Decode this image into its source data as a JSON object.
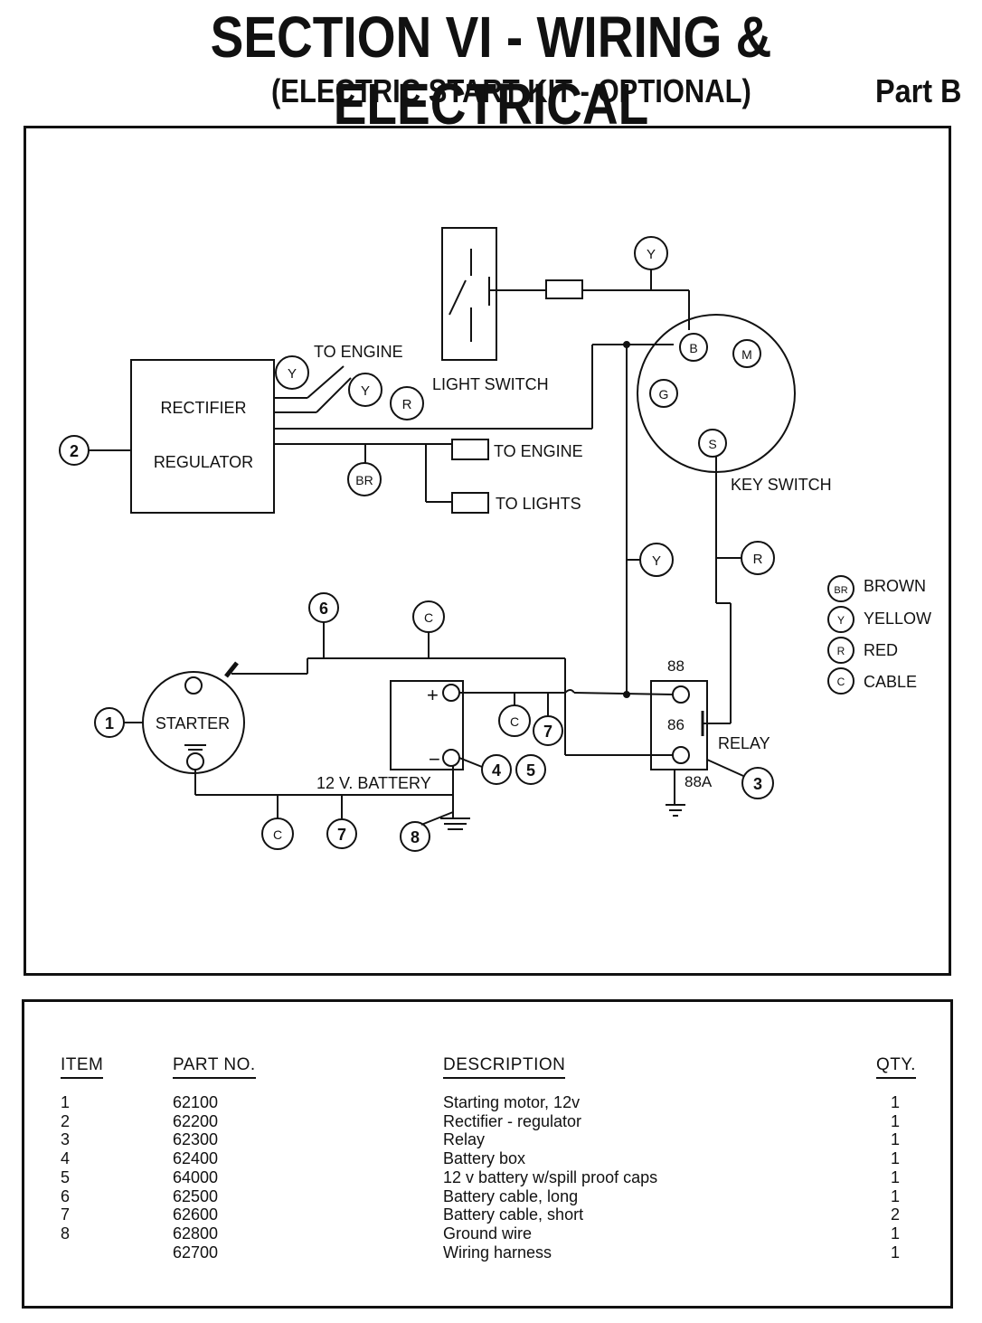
{
  "header": {
    "title": "SECTION VI - WIRING & ELECTRICAL",
    "subtitle": "(ELECTRIC START KIT - OPTIONAL)",
    "part": "Part B"
  },
  "diagram": {
    "labels": {
      "to_engine_top": "TO ENGINE",
      "light_switch": "LIGHT SWITCH",
      "rectifier": "RECTIFIER",
      "regulator": "REGULATOR",
      "to_engine_connector": "TO ENGINE",
      "to_lights": "TO LIGHTS",
      "key_switch": "KEY SWITCH",
      "starter": "STARTER",
      "battery": "12 V. BATTERY",
      "relay": "RELAY",
      "relay_88": "88",
      "relay_86": "86",
      "relay_88a": "88A",
      "battery_plus": "+",
      "battery_minus": "−"
    },
    "key_switch_terminals": [
      "B",
      "M",
      "G",
      "S"
    ],
    "wire_codes": {
      "yellow": "Y",
      "red": "R",
      "brown": "BR",
      "cable": "C"
    },
    "item_callouts": [
      "1",
      "2",
      "3",
      "4",
      "5",
      "6",
      "7",
      "8"
    ],
    "legend": [
      {
        "code": "BR",
        "name": "BROWN"
      },
      {
        "code": "Y",
        "name": "YELLOW"
      },
      {
        "code": "R",
        "name": "RED"
      },
      {
        "code": "C",
        "name": "CABLE"
      }
    ]
  },
  "parts_table": {
    "headers": {
      "item": "ITEM",
      "part_no": "PART NO.",
      "description": "DESCRIPTION",
      "qty": "QTY."
    },
    "rows": [
      {
        "item": "1",
        "part_no": "62100",
        "description": "Starting motor, 12v",
        "qty": "1"
      },
      {
        "item": "2",
        "part_no": "62200",
        "description": "Rectifier - regulator",
        "qty": "1"
      },
      {
        "item": "3",
        "part_no": "62300",
        "description": "Relay",
        "qty": "1"
      },
      {
        "item": "4",
        "part_no": "62400",
        "description": "Battery box",
        "qty": "1"
      },
      {
        "item": "5",
        "part_no": "64000",
        "description": "12 v battery w/spill proof caps",
        "qty": "1"
      },
      {
        "item": "6",
        "part_no": "62500",
        "description": "Battery cable, long",
        "qty": "1"
      },
      {
        "item": "7",
        "part_no": "62600",
        "description": "Battery cable, short",
        "qty": "2"
      },
      {
        "item": "8",
        "part_no": "62800",
        "description": "Ground wire",
        "qty": "1"
      },
      {
        "item": "",
        "part_no": "62700",
        "description": "Wiring harness",
        "qty": "1"
      }
    ]
  }
}
